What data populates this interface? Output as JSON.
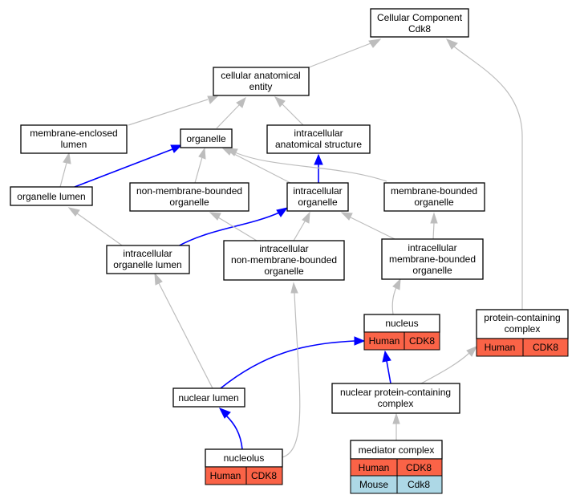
{
  "nodes": {
    "cellular_component": {
      "lines": [
        "Cellular Component",
        "Cdk8"
      ]
    },
    "cellular_anatomical_entity": {
      "lines": [
        "cellular anatomical",
        "entity"
      ]
    },
    "membrane_enclosed_lumen": {
      "lines": [
        "membrane-enclosed",
        "lumen"
      ]
    },
    "organelle": {
      "lines": [
        "organelle"
      ]
    },
    "intracellular_anatomical_structure": {
      "lines": [
        "intracellular",
        "anatomical structure"
      ]
    },
    "organelle_lumen": {
      "lines": [
        "organelle lumen"
      ]
    },
    "non_membrane_bounded_organelle": {
      "lines": [
        "non-membrane-bounded",
        "organelle"
      ]
    },
    "intracellular_organelle": {
      "lines": [
        "intracellular",
        "organelle"
      ]
    },
    "membrane_bounded_organelle": {
      "lines": [
        "membrane-bounded",
        "organelle"
      ]
    },
    "intracellular_organelle_lumen": {
      "lines": [
        "intracellular",
        "organelle lumen"
      ]
    },
    "intracellular_non_membrane_bounded_organelle": {
      "lines": [
        "intracellular",
        "non-membrane-bounded",
        "organelle"
      ]
    },
    "intracellular_membrane_bounded_organelle": {
      "lines": [
        "intracellular",
        "membrane-bounded",
        "organelle"
      ]
    },
    "nucleus": {
      "lines": [
        "nucleus"
      ],
      "genes": [
        {
          "species": "Human",
          "gene": "CDK8"
        }
      ]
    },
    "protein_containing_complex": {
      "lines": [
        "protein-containing",
        "complex"
      ],
      "genes": [
        {
          "species": "Human",
          "gene": "CDK8"
        }
      ]
    },
    "nuclear_lumen": {
      "lines": [
        "nuclear lumen"
      ]
    },
    "nuclear_protein_containing_complex": {
      "lines": [
        "nuclear protein-containing",
        "complex"
      ]
    },
    "nucleolus": {
      "lines": [
        "nucleolus"
      ],
      "genes": [
        {
          "species": "Human",
          "gene": "CDK8"
        }
      ]
    },
    "mediator_complex": {
      "lines": [
        "mediator complex"
      ],
      "genes": [
        {
          "species": "Human",
          "gene": "CDK8"
        },
        {
          "species": "Mouse",
          "gene": "Cdk8"
        }
      ]
    }
  },
  "colors": {
    "human": "#fa6347",
    "mouse": "#add8e6",
    "edge_is_a": "#bdbdbd",
    "edge_part_of": "#0000ff"
  }
}
